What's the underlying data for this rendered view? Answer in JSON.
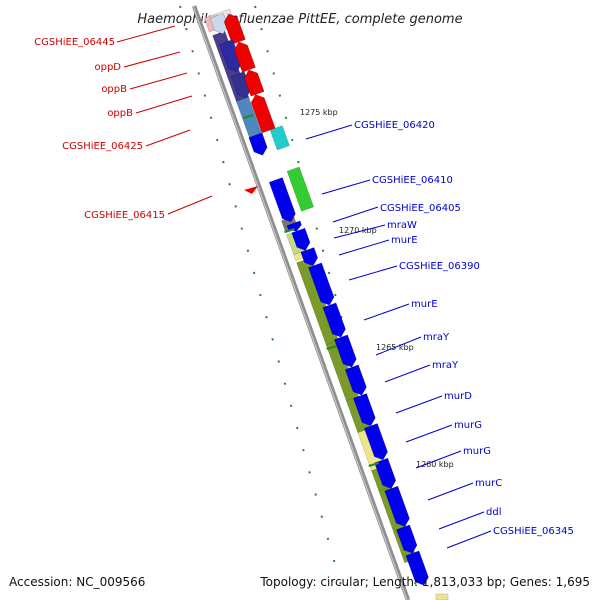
{
  "title": "Haemophilus influenzae PittEE, complete genome",
  "footer": {
    "accession": "Accession: NC_009566",
    "stats": "Topology: circular; Length: 1,813,033 bp; Genes: 1,695"
  },
  "colors": {
    "backbone": "#8a8a8a",
    "label_forward": "#cc0000",
    "label_reverse": "#0000cc",
    "tick": "#228b22",
    "cds_reverse": "#0000ee",
    "cds_forward": "#ee0000",
    "cog_olive": "#7a9a2a",
    "cog_yellow": "#eee48a",
    "cog_green": "#33cc33",
    "cog_cyan": "#22cccc",
    "cog_purple": "#4b3c8c",
    "cog_steel": "#4f87bf",
    "cog_grey": "#777777"
  },
  "forward_labels": [
    "CGSHiEE_06445",
    "oppD",
    "oppB",
    "oppB",
    "CGSHiEE_06425",
    "CGSHiEE_06415"
  ],
  "reverse_labels": [
    "CGSHiEE_06420",
    "CGSHiEE_06410",
    "CGSHiEE_06405",
    "mraW",
    "murE",
    "CGSHiEE_06390",
    "murE",
    "mraY",
    "mraY",
    "murD",
    "murG",
    "murG",
    "murC",
    "ddl",
    "CGSHiEE_06345"
  ],
  "position_labels": [
    "1275 kbp",
    "1270 kbp",
    "1265 kbp",
    "1260 kbp"
  ]
}
